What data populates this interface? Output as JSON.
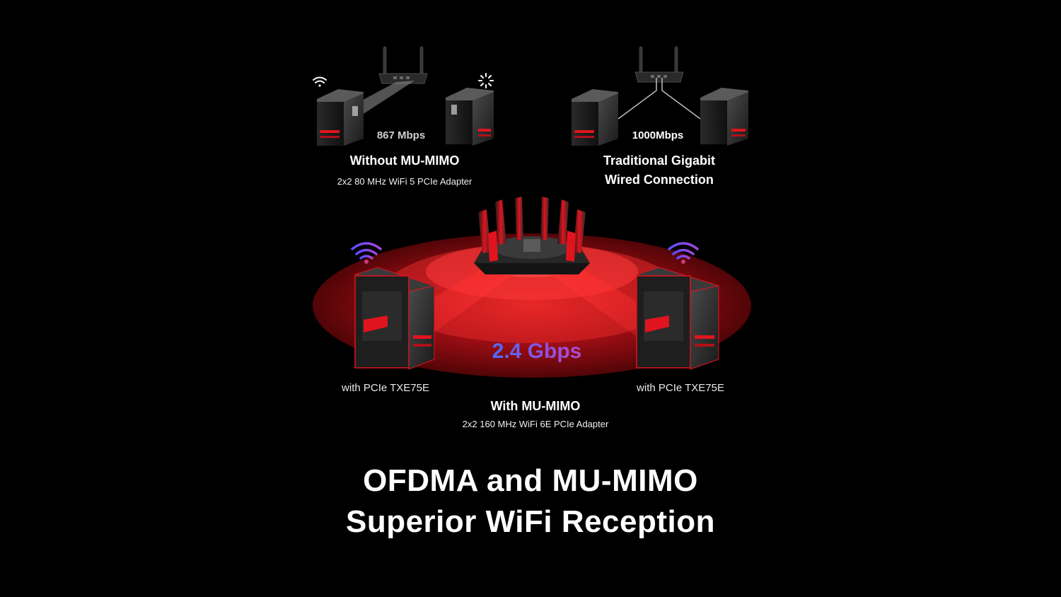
{
  "top_left": {
    "speed": "867 Mbps",
    "title": "Without MU-MIMO",
    "subtitle": "2x2 80 MHz WiFi 5 PCIe Adapter",
    "status_icons": [
      "wifi-icon",
      "loading-spinner-icon"
    ]
  },
  "top_right": {
    "speed": "1000Mbps",
    "title_line1": "Traditional Gigabit",
    "title_line2": "Wired Connection"
  },
  "center": {
    "speed": "2.4 Gbps",
    "left_pc_label": "with PCIe TXE75E",
    "right_pc_label": "with PCIe TXE75E",
    "title": "With MU-MIMO",
    "subtitle": "2x2 160 MHz WiFi 6E PCIe Adapter",
    "wifi_icon_color": "#7b4cf5",
    "speed_gradient": [
      "#4a6cff",
      "#b04cc8"
    ]
  },
  "headline": {
    "line1": "OFDMA and MU-MIMO",
    "line2": "Superior WiFi Reception"
  },
  "colors": {
    "background": "#000000",
    "accent_red": "#e0141e",
    "text": "#ffffff"
  }
}
